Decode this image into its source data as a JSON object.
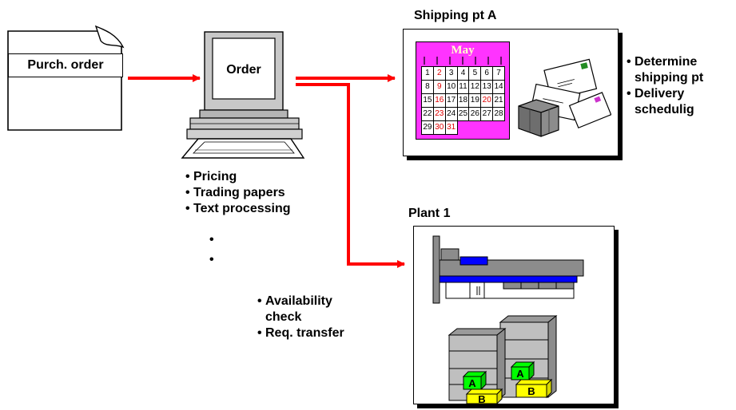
{
  "purchase_order": {
    "label": "Purch. order"
  },
  "order_terminal": {
    "screen_label": "Order",
    "functions": [
      "Pricing",
      "Trading papers",
      "Text processing"
    ],
    "more_marks": [
      "•",
      "•"
    ]
  },
  "transfer_functions": [
    {
      "lines": [
        "Availability",
        "check"
      ]
    },
    {
      "lines": [
        "Req. transfer"
      ]
    }
  ],
  "shipping_point": {
    "title": "Shipping pt A",
    "calendar_month": "May",
    "calendar_days": [
      [
        "1",
        "2",
        "3",
        "4",
        "5",
        "6",
        "7"
      ],
      [
        "8",
        "9",
        "10",
        "11",
        "12",
        "13",
        "14"
      ],
      [
        "15",
        "16",
        "17",
        "18",
        "19",
        "20",
        "21"
      ],
      [
        "22",
        "23",
        "24",
        "25",
        "26",
        "27",
        "28"
      ],
      [
        "29",
        "30",
        "31",
        "",
        "",
        "",
        ""
      ]
    ],
    "red_days": [
      "2",
      "9",
      "16",
      "20",
      "23",
      "30",
      "31"
    ],
    "functions": [
      {
        "lines": [
          "Determine",
          "shipping pt"
        ]
      },
      {
        "lines": [
          "Delivery",
          "schedulig"
        ]
      }
    ]
  },
  "plant": {
    "title": "Plant 1",
    "box_labels": [
      "A",
      "A",
      "B",
      "B"
    ]
  },
  "bullet_char": "•",
  "colors": {
    "arrow": "#ff0000",
    "calendar": "#ff33ff",
    "box_green": "#00ff00",
    "box_yellow": "#ffff00",
    "roof_blue": "#0000ff",
    "shelf_gray": "#bfbfbf"
  }
}
